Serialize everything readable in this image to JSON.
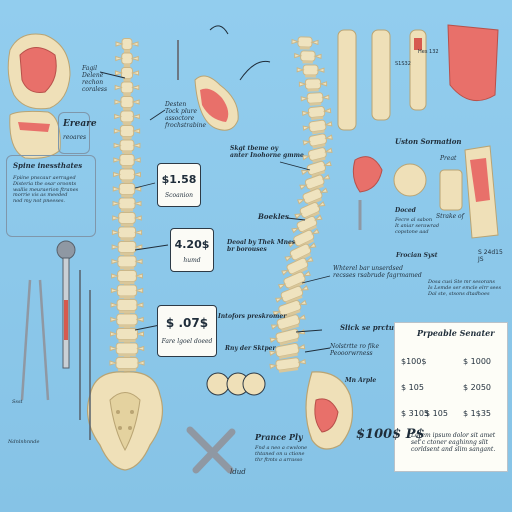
{
  "labels": {
    "l1": "Fagil\nDelene\nrechon\ncoraless",
    "l2": "Desten\nTock plure\nassoctore\nfrochstrabine",
    "l3": "Ereare",
    "l4": "reoares",
    "l5": "Spine inessthates",
    "l6": "Fpiine pnscaur aerraged\nDisteria the osar oroonts\nwallis meuraerion ftranes\nmorrie vis as meeded\nnod my not pneeses.",
    "l7": "Skgt tbeme oy\nanter Inohorne gmme",
    "l8": "Boekles",
    "l9": "Deoal by Thek Mnes\nbr borouses",
    "l10": "Intofors preskromer",
    "l11": "Rny der Sktper",
    "l12": "Whterel bar unserdsed\nrecsses rsabrude fagrmamed",
    "l13": "Slick se prcture",
    "l14": "Nolstrtte ro fike\nPeooorwrness",
    "l15": "Mn Arple",
    "l16": "Prance Ply",
    "l17": "Fnd a neo a cwvlone\nthtaned on u ctione\nthr ftmts a arrasso",
    "l18": "ldud",
    "l19": "Uston Sormation",
    "l20": "Preat",
    "l21": "Doced",
    "l22": "Fecre al sabon\nIt aniar serawrad\ncopstone aad",
    "l23": "Strake of",
    "l24": "Frocian Syst",
    "l25": "Dosa cusi Ste mr sesorans\nIs Lemde ser emcle elrr sees\nDal ste, stsons dtadhoes",
    "l26": "S1S32",
    "l27": "Hes 132",
    "l28": "Ssst",
    "l29": "Ndnlnhnnde",
    "l30": "S 24d15\nJS",
    "prices": {
      "p1": "$1.58",
      "p1sub": "Scoanion",
      "p2": "4.20$",
      "p2sub": "humd",
      "p3": "$ .07$",
      "p3sub": "Fare lgoel doeed"
    },
    "card": {
      "title": "Prpeable Senater",
      "r1a": "$100$",
      "r1b": "$ 1000",
      "r2a": "$ 105",
      "r2b": "$ 2050",
      "r3a": "$ 3105",
      "r3b": "$ 1$35",
      "r3c": "$ 105",
      "foot": "Lorem ipsum dolor sit amet\nset'c ctoner eaghinng slit\ncorldsent and slim sangant.",
      "big": "$100$ P$"
    }
  },
  "colors": {
    "bone": "#efe3bf",
    "bone_shadow": "#cbb788",
    "disc": "#d9c79a",
    "tissue": "#e8706a",
    "steel": "#8f98a3",
    "bg": "#8fcaea"
  }
}
